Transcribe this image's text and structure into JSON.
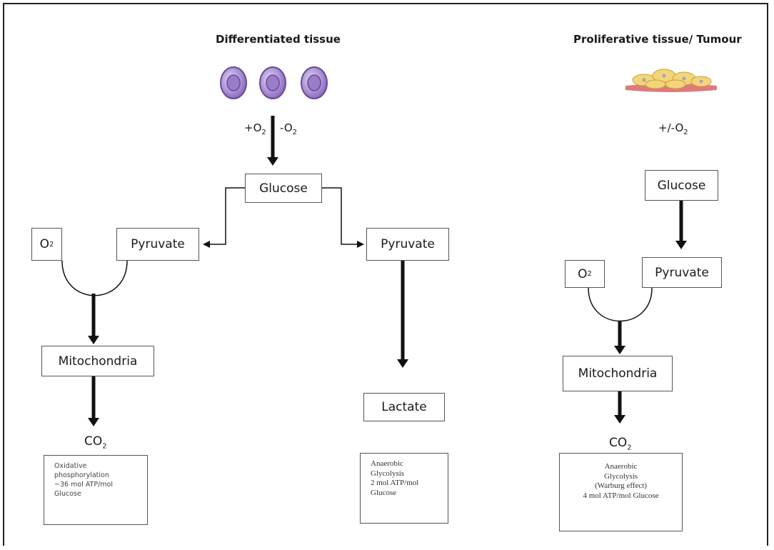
{
  "left_panel": {
    "title": "Differentiated tissue",
    "oxygen_plus": "+O",
    "oxygen_minus": "-O",
    "glucose": "Glucose",
    "aerobic": {
      "oxygen": "O",
      "pyruvate": "Pyruvate",
      "mitochondria": "Mitochondria",
      "product": "CO",
      "note": "Oxidative\nphosphorylation\n~36 mol ATP/mol\nGlucose"
    },
    "anaerobic": {
      "pyruvate": "Pyruvate",
      "product": "Lactate",
      "note": "Anaerobic\nGlycolysis\n2 mol ATP/mol\nGlucose"
    }
  },
  "right_panel": {
    "title": "Proliferative tissue/ Tumour",
    "oxygen": "+/-O",
    "glucose": "Glucose",
    "oxygen_box": "O",
    "pyruvate": "Pyruvate",
    "mitochondria": "Mitochondria",
    "product": "CO",
    "note": "Anaerobic\nGlycolysis\n(Warburg effect)\n4 mol ATP/mol Glucose"
  },
  "subscript": "2",
  "colors": {
    "cell_fill": "#b59ad6",
    "cell_stroke": "#6a4a9a",
    "tissue_fill": "#f2d57a",
    "tissue_base": "#e07a7a"
  }
}
